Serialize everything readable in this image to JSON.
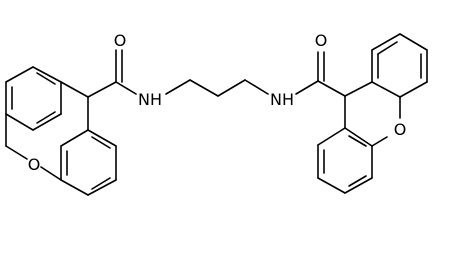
{
  "structure": {
    "atom_labels": {
      "amide_o_left": "O",
      "ether_o_left": "O",
      "nh_left": "NH",
      "nh_right": "NH",
      "amide_o_right": "O",
      "ether_o_right": "O"
    }
  }
}
